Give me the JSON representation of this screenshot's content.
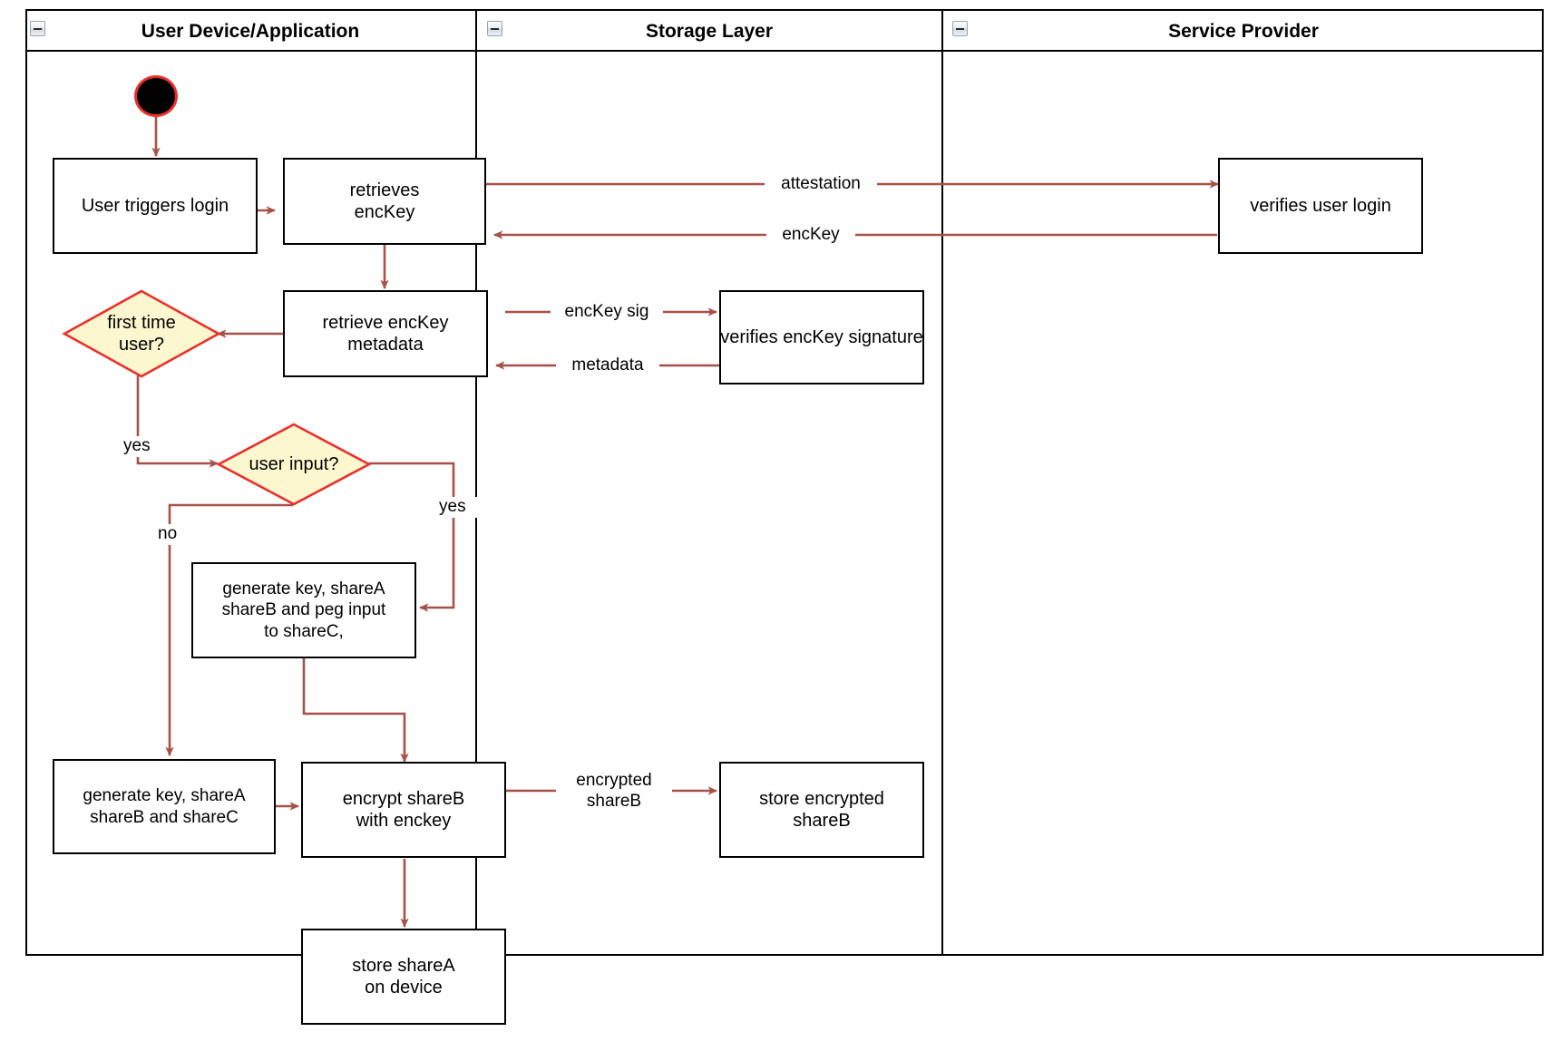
{
  "diagram": {
    "type": "uml-activity-swimlane",
    "title": "Login / key provisioning activity diagram",
    "accent_edge_color": "#a65149",
    "decision_fill": "#fdf7cf",
    "decision_stroke": "#e8312b",
    "start_node_fill": "#000000",
    "start_node_stroke": "#e8312b",
    "node_stroke": "#000000",
    "node_fill": "#ffffff"
  },
  "lanes": [
    {
      "id": "user-device",
      "label": "User Device/Application",
      "collapse_icon": "minus-box-icon"
    },
    {
      "id": "storage-layer",
      "label": "Storage Layer",
      "collapse_icon": "minus-box-icon"
    },
    {
      "id": "service-provider",
      "label": "Service Provider",
      "collapse_icon": "minus-box-icon"
    }
  ],
  "nodes": [
    {
      "id": "start",
      "lane": "user-device",
      "shape": "initial-node",
      "label": ""
    },
    {
      "id": "user-triggers-login",
      "lane": "user-device",
      "shape": "action",
      "label": "User triggers login"
    },
    {
      "id": "retrieves-enckey",
      "lane": "user-device",
      "shape": "action",
      "label": "retrieves\nencKey"
    },
    {
      "id": "retrieve-enckey-metadata",
      "lane": "user-device",
      "shape": "action",
      "label": "retrieve encKey\nmetadata"
    },
    {
      "id": "first-time-user",
      "lane": "user-device",
      "shape": "decision",
      "label": "first time\nuser?"
    },
    {
      "id": "user-input",
      "lane": "user-device",
      "shape": "decision",
      "label": "user input?"
    },
    {
      "id": "generate-peg",
      "lane": "user-device",
      "shape": "action",
      "label": "generate key, shareA\nshareB and peg input\nto shareC,"
    },
    {
      "id": "generate-shares",
      "lane": "user-device",
      "shape": "action",
      "label": "generate key, shareA\nshareB and shareC"
    },
    {
      "id": "encrypt-shareb",
      "lane": "user-device",
      "shape": "action",
      "label": "encrypt shareB\nwith enckey"
    },
    {
      "id": "store-sharea",
      "lane": "user-device",
      "shape": "action",
      "label": "store shareA\non device"
    },
    {
      "id": "verifies-enckey-signature",
      "lane": "storage-layer",
      "shape": "action",
      "label": "verifies encKey signature"
    },
    {
      "id": "store-encrypted-shareb",
      "lane": "storage-layer",
      "shape": "action",
      "label": "store encrypted\nshareB"
    },
    {
      "id": "verifies-user-login",
      "lane": "service-provider",
      "shape": "action",
      "label": "verifies user login"
    }
  ],
  "edges": [
    {
      "from": "start",
      "to": "user-triggers-login",
      "label": ""
    },
    {
      "from": "user-triggers-login",
      "to": "retrieves-enckey",
      "label": ""
    },
    {
      "from": "retrieves-enckey",
      "to": "verifies-user-login",
      "label": "attestation"
    },
    {
      "from": "verifies-user-login",
      "to": "retrieves-enckey",
      "label": "encKey"
    },
    {
      "from": "retrieves-enckey",
      "to": "retrieve-enckey-metadata",
      "label": ""
    },
    {
      "from": "retrieve-enckey-metadata",
      "to": "verifies-enckey-signature",
      "label": "encKey sig"
    },
    {
      "from": "verifies-enckey-signature",
      "to": "retrieve-enckey-metadata",
      "label": "metadata"
    },
    {
      "from": "retrieve-enckey-metadata",
      "to": "first-time-user",
      "label": ""
    },
    {
      "from": "first-time-user",
      "to": "user-input",
      "label": "yes"
    },
    {
      "from": "user-input",
      "to": "generate-peg",
      "label": "yes"
    },
    {
      "from": "user-input",
      "to": "generate-shares",
      "label": "no"
    },
    {
      "from": "generate-peg",
      "to": "encrypt-shareb",
      "label": ""
    },
    {
      "from": "generate-shares",
      "to": "encrypt-shareb",
      "label": ""
    },
    {
      "from": "encrypt-shareb",
      "to": "store-encrypted-shareb",
      "label": "encrypted\nshareB"
    },
    {
      "from": "encrypt-shareb",
      "to": "store-sharea",
      "label": ""
    }
  ],
  "edge_labels": {
    "attestation": "attestation",
    "enckey": "encKey",
    "enckey_sig": "encKey sig",
    "metadata": "metadata",
    "yes_first_time": "yes",
    "yes_user_input": "yes",
    "no_user_input": "no",
    "encrypted_shareb": "encrypted\nshareB"
  }
}
